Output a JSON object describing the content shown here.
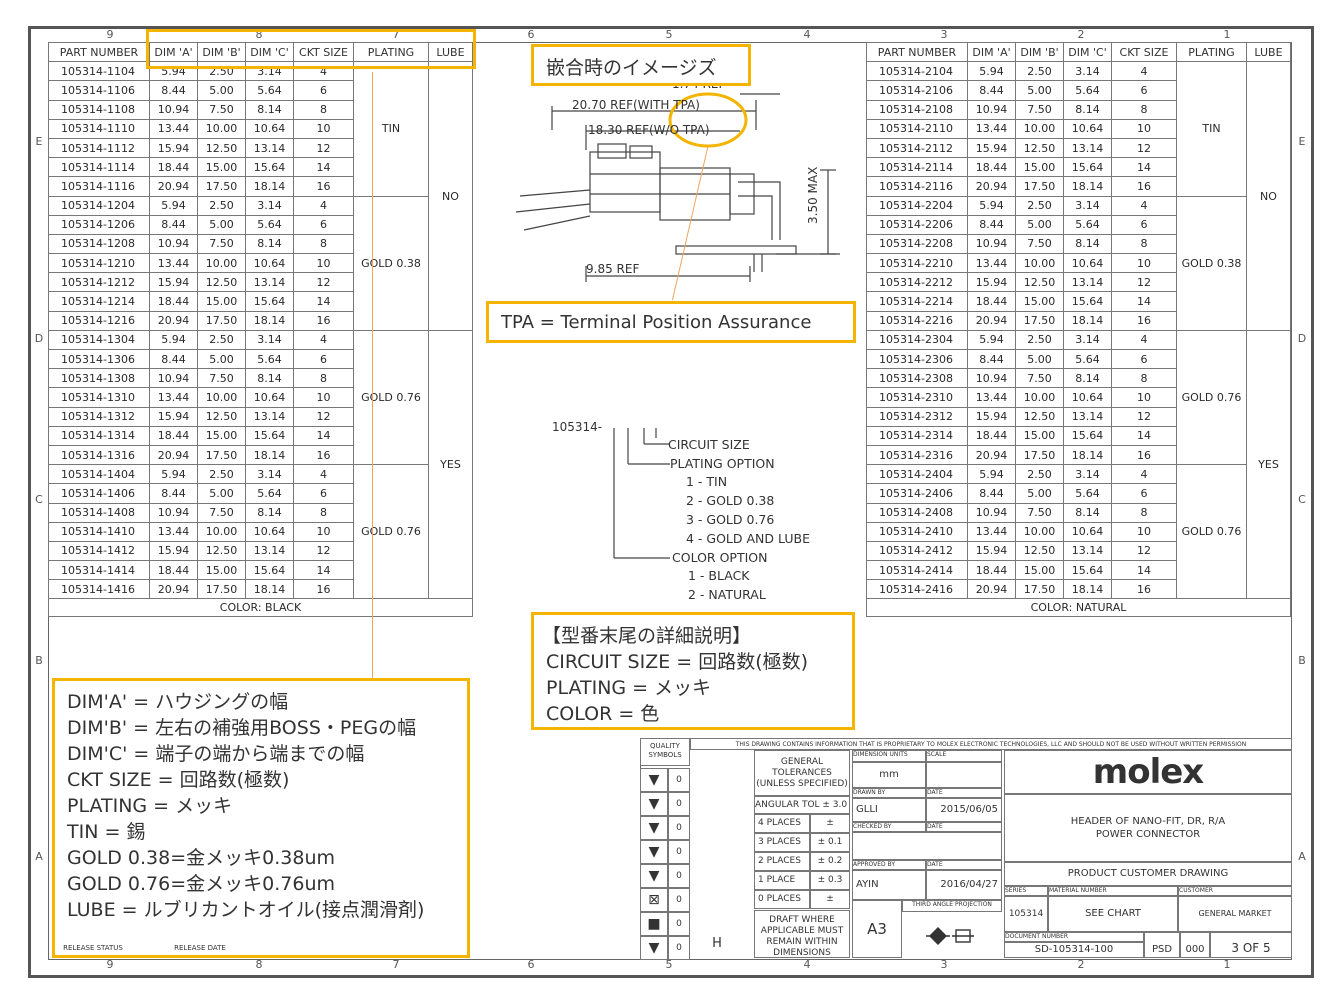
{
  "zones": {
    "columns": [
      "9",
      "8",
      "7",
      "6",
      "5",
      "4",
      "3",
      "2",
      "1"
    ],
    "rows": [
      "E",
      "D",
      "C",
      "B",
      "A"
    ]
  },
  "left_table": {
    "headers": [
      "PART NUMBER",
      "DIM 'A'",
      "DIM 'B'",
      "DIM 'C'",
      "CKT SIZE",
      "PLATING",
      "LUBE"
    ],
    "rows": [
      [
        "105314-1104",
        "5.94",
        "2.50",
        "3.14",
        "4"
      ],
      [
        "105314-1106",
        "8.44",
        "5.00",
        "5.64",
        "6"
      ],
      [
        "105314-1108",
        "10.94",
        "7.50",
        "8.14",
        "8"
      ],
      [
        "105314-1110",
        "13.44",
        "10.00",
        "10.64",
        "10"
      ],
      [
        "105314-1112",
        "15.94",
        "12.50",
        "13.14",
        "12"
      ],
      [
        "105314-1114",
        "18.44",
        "15.00",
        "15.64",
        "14"
      ],
      [
        "105314-1116",
        "20.94",
        "17.50",
        "18.14",
        "16"
      ],
      [
        "105314-1204",
        "5.94",
        "2.50",
        "3.14",
        "4"
      ],
      [
        "105314-1206",
        "8.44",
        "5.00",
        "5.64",
        "6"
      ],
      [
        "105314-1208",
        "10.94",
        "7.50",
        "8.14",
        "8"
      ],
      [
        "105314-1210",
        "13.44",
        "10.00",
        "10.64",
        "10"
      ],
      [
        "105314-1212",
        "15.94",
        "12.50",
        "13.14",
        "12"
      ],
      [
        "105314-1214",
        "18.44",
        "15.00",
        "15.64",
        "14"
      ],
      [
        "105314-1216",
        "20.94",
        "17.50",
        "18.14",
        "16"
      ],
      [
        "105314-1304",
        "5.94",
        "2.50",
        "3.14",
        "4"
      ],
      [
        "105314-1306",
        "8.44",
        "5.00",
        "5.64",
        "6"
      ],
      [
        "105314-1308",
        "10.94",
        "7.50",
        "8.14",
        "8"
      ],
      [
        "105314-1310",
        "13.44",
        "10.00",
        "10.64",
        "10"
      ],
      [
        "105314-1312",
        "15.94",
        "12.50",
        "13.14",
        "12"
      ],
      [
        "105314-1314",
        "18.44",
        "15.00",
        "15.64",
        "14"
      ],
      [
        "105314-1316",
        "20.94",
        "17.50",
        "18.14",
        "16"
      ],
      [
        "105314-1404",
        "5.94",
        "2.50",
        "3.14",
        "4"
      ],
      [
        "105314-1406",
        "8.44",
        "5.00",
        "5.64",
        "6"
      ],
      [
        "105314-1408",
        "10.94",
        "7.50",
        "8.14",
        "8"
      ],
      [
        "105314-1410",
        "13.44",
        "10.00",
        "10.64",
        "10"
      ],
      [
        "105314-1412",
        "15.94",
        "12.50",
        "13.14",
        "12"
      ],
      [
        "105314-1414",
        "18.44",
        "15.00",
        "15.64",
        "14"
      ],
      [
        "105314-1416",
        "20.94",
        "17.50",
        "18.14",
        "16"
      ]
    ],
    "groups": [
      {
        "plating": "TIN",
        "lube": ""
      },
      {
        "plating": "GOLD 0.38",
        "lube": "NO"
      },
      {
        "plating": "GOLD 0.76",
        "lube": ""
      },
      {
        "plating": "GOLD 0.76",
        "lube": "YES"
      }
    ],
    "footer": "COLOR: BLACK"
  },
  "right_table": {
    "headers": [
      "PART NUMBER",
      "DIM 'A'",
      "DIM 'B'",
      "DIM 'C'",
      "CKT SIZE",
      "PLATING",
      "LUBE"
    ],
    "rows": [
      [
        "105314-2104",
        "5.94",
        "2.50",
        "3.14",
        "4"
      ],
      [
        "105314-2106",
        "8.44",
        "5.00",
        "5.64",
        "6"
      ],
      [
        "105314-2108",
        "10.94",
        "7.50",
        "8.14",
        "8"
      ],
      [
        "105314-2110",
        "13.44",
        "10.00",
        "10.64",
        "10"
      ],
      [
        "105314-2112",
        "15.94",
        "12.50",
        "13.14",
        "12"
      ],
      [
        "105314-2114",
        "18.44",
        "15.00",
        "15.64",
        "14"
      ],
      [
        "105314-2116",
        "20.94",
        "17.50",
        "18.14",
        "16"
      ],
      [
        "105314-2204",
        "5.94",
        "2.50",
        "3.14",
        "4"
      ],
      [
        "105314-2206",
        "8.44",
        "5.00",
        "5.64",
        "6"
      ],
      [
        "105314-2208",
        "10.94",
        "7.50",
        "8.14",
        "8"
      ],
      [
        "105314-2210",
        "13.44",
        "10.00",
        "10.64",
        "10"
      ],
      [
        "105314-2212",
        "15.94",
        "12.50",
        "13.14",
        "12"
      ],
      [
        "105314-2214",
        "18.44",
        "15.00",
        "15.64",
        "14"
      ],
      [
        "105314-2216",
        "20.94",
        "17.50",
        "18.14",
        "16"
      ],
      [
        "105314-2304",
        "5.94",
        "2.50",
        "3.14",
        "4"
      ],
      [
        "105314-2306",
        "8.44",
        "5.00",
        "5.64",
        "6"
      ],
      [
        "105314-2308",
        "10.94",
        "7.50",
        "8.14",
        "8"
      ],
      [
        "105314-2310",
        "13.44",
        "10.00",
        "10.64",
        "10"
      ],
      [
        "105314-2312",
        "15.94",
        "12.50",
        "13.14",
        "12"
      ],
      [
        "105314-2314",
        "18.44",
        "15.00",
        "15.64",
        "14"
      ],
      [
        "105314-2316",
        "20.94",
        "17.50",
        "18.14",
        "16"
      ],
      [
        "105314-2404",
        "5.94",
        "2.50",
        "3.14",
        "4"
      ],
      [
        "105314-2406",
        "8.44",
        "5.00",
        "5.64",
        "6"
      ],
      [
        "105314-2408",
        "10.94",
        "7.50",
        "8.14",
        "8"
      ],
      [
        "105314-2410",
        "13.44",
        "10.00",
        "10.64",
        "10"
      ],
      [
        "105314-2412",
        "15.94",
        "12.50",
        "13.14",
        "12"
      ],
      [
        "105314-2414",
        "18.44",
        "15.00",
        "15.64",
        "14"
      ],
      [
        "105314-2416",
        "20.94",
        "17.50",
        "18.14",
        "16"
      ]
    ],
    "groups": [
      {
        "plating": "TIN",
        "lube": ""
      },
      {
        "plating": "GOLD 0.38",
        "lube": "NO"
      },
      {
        "plating": "GOLD 0.76",
        "lube": ""
      },
      {
        "plating": "GOLD 0.76",
        "lube": "YES"
      }
    ],
    "footer": "COLOR: NATURAL"
  },
  "drawing": {
    "image_caption": "嵌合時のイメージズ",
    "dim_174": "1.74 REF",
    "dim_2070": "20.70 REF(WITH TPA)",
    "dim_1830": "18.30 REF(W/O TPA)",
    "dim_350": "3.50 MAX",
    "dim_985": "9.85 REF",
    "tpa_note": "TPA = Terminal Position Assurance"
  },
  "part_code": {
    "prefix": "105314-",
    "lines": [
      "CIRCUIT SIZE",
      "PLATING OPTION",
      "1 - TIN",
      "2 - GOLD 0.38",
      "3 - GOLD 0.76",
      "4 - GOLD AND LUBE",
      "COLOR OPTION",
      "1 - BLACK",
      "2 - NATURAL"
    ]
  },
  "suffix_note": {
    "lines": [
      "【型番末尾の詳細説明】",
      "CIRCUIT SIZE = 回路数(極数)",
      "PLATING = メッキ",
      "COLOR = 色"
    ]
  },
  "legend_note": {
    "lines": [
      "DIM'A' = ハウジングの幅",
      "DIM'B' = 左右の補強用BOSS・PEGの幅",
      "DIM'C' = 端子の端から端までの幅",
      "CKT SIZE = 回路数(極数)",
      "PLATING = メッキ",
      "TIN = 錫",
      "GOLD 0.38=金メッキ0.38um",
      "GOLD 0.76=金メッキ0.76um",
      "LUBE = ルブリカントオイル(接点潤滑剤)"
    ]
  },
  "title_block": {
    "quality_symbols": "QUALITY SYMBOLS",
    "proprietary": "THIS DRAWING CONTAINS INFORMATION THAT IS PROPRIETARY TO MOLEX ELECTRONIC TECHNOLOGIES, LLC AND SHOULD NOT BE USED WITHOUT WRITTEN PERMISSION",
    "general_tolerances": "GENERAL TOLERANCES (UNLESS SPECIFIED)",
    "dimension_units": "DIMENSION UNITS",
    "scale": "SCALE",
    "units": "mm",
    "angular_tol": "ANGULAR TOL ± 3.0 °",
    "places": [
      {
        "label": "4 PLACES",
        "value": "±"
      },
      {
        "label": "3 PLACES",
        "value": "± 0.1"
      },
      {
        "label": "2 PLACES",
        "value": "± 0.2"
      },
      {
        "label": "1 PLACE",
        "value": "± 0.3"
      },
      {
        "label": "0 PLACES",
        "value": "±"
      }
    ],
    "drafted_label": "DRAWN BY",
    "drafted_by": "GLLI",
    "drafted_date": "2015/06/05",
    "checked_label": "CHECKED BY",
    "approved_label": "APPROVED BY",
    "approved_by": "AYIN",
    "approved_date": "2016/04/27",
    "date_label": "DATE",
    "draft_note": "DRAFT WHERE APPLICABLE MUST REMAIN WITHIN DIMENSIONS",
    "sheet_size": "A3",
    "projection": "THIRD ANGLE PROJECTION",
    "rev_letter": "H",
    "logo": "molex",
    "title_line1": "HEADER OF NANO-FIT, DR, R/A",
    "title_line2": "POWER CONNECTOR",
    "product_customer_drawing": "PRODUCT CUSTOMER DRAWING",
    "series_label": "SERIES",
    "series": "105314",
    "material_label": "MATERIAL NUMBER",
    "material": "SEE CHART",
    "customer_label": "CUSTOMER",
    "customer": "GENERAL MARKET",
    "document_label": "DOCUMENT NUMBER",
    "document_number": "SD-105314-100",
    "doc_type": "PSD",
    "doc_part": "000",
    "sheet": "3 OF 5",
    "release_status": "RELEASE STATUS",
    "release_date": "RELEASE DATE"
  }
}
